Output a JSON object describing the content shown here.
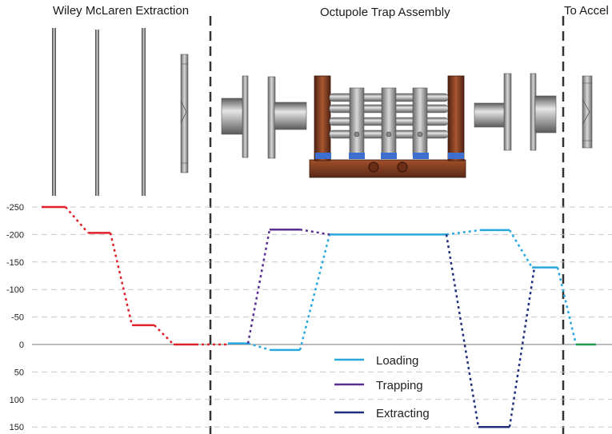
{
  "sections": {
    "left": "Wiley McLaren Extraction",
    "middle": "Octupole Trap Assembly",
    "right": "To Accel"
  },
  "colors": {
    "extraction": "#e0202a",
    "loading": "#29a8e0",
    "trapping": "#5a2d91",
    "extracting": "#1f2f7a",
    "accel": "#1e9a4a",
    "copper": "#7a3a22",
    "steel": "#9a9a9a"
  },
  "chart_data": {
    "type": "line",
    "y_ticks": [
      "-250",
      "-200",
      "-150",
      "-100",
      "-50",
      "0",
      "50",
      "100",
      "150"
    ],
    "ylim": [
      -260,
      155
    ],
    "y_inverted": true,
    "grid": "horizontal dashed",
    "legend": {
      "position": "bottom-center",
      "entries": [
        "Loading",
        "Trapping",
        "Extracting"
      ]
    },
    "series": [
      {
        "name": "",
        "color_key": "extraction",
        "segments": [
          {
            "kind": "solid",
            "points": [
              [
                52,
                -250
              ],
              [
                82,
                -250
              ]
            ]
          },
          {
            "kind": "dotted",
            "points": [
              [
                82,
                -250
              ],
              [
                110,
                -203
              ]
            ]
          },
          {
            "kind": "solid",
            "points": [
              [
                110,
                -203
              ],
              [
                138,
                -203
              ]
            ]
          },
          {
            "kind": "dotted",
            "points": [
              [
                138,
                -203
              ],
              [
                165,
                -35
              ]
            ]
          },
          {
            "kind": "solid",
            "points": [
              [
                165,
                -35
              ],
              [
                193,
                -35
              ]
            ]
          },
          {
            "kind": "dotted",
            "points": [
              [
                193,
                -35
              ],
              [
                217,
                0
              ]
            ]
          },
          {
            "kind": "solid",
            "points": [
              [
                217,
                0
              ],
              [
                245,
                0
              ]
            ]
          },
          {
            "kind": "dotted",
            "points": [
              [
                245,
                0
              ],
              [
                285,
                0
              ]
            ]
          }
        ]
      },
      {
        "name": "Loading",
        "color_key": "loading",
        "segments": [
          {
            "kind": "solid",
            "points": [
              [
                285,
                -2
              ],
              [
                310,
                -2
              ]
            ]
          },
          {
            "kind": "dotted",
            "points": [
              [
                310,
                -2
              ],
              [
                338,
                10
              ]
            ]
          },
          {
            "kind": "solid",
            "points": [
              [
                338,
                10
              ],
              [
                375,
                10
              ]
            ]
          },
          {
            "kind": "dotted",
            "points": [
              [
                375,
                10
              ],
              [
                412,
                -200
              ]
            ]
          },
          {
            "kind": "solid",
            "points": [
              [
                412,
                -200
              ],
              [
                558,
                -200
              ]
            ]
          },
          {
            "kind": "dotted",
            "points": [
              [
                558,
                -200
              ],
              [
                600,
                -208
              ]
            ]
          },
          {
            "kind": "solid",
            "points": [
              [
                600,
                -208
              ],
              [
                637,
                -208
              ]
            ]
          },
          {
            "kind": "dotted",
            "points": [
              [
                637,
                -208
              ],
              [
                665,
                -140
              ]
            ]
          },
          {
            "kind": "solid",
            "points": [
              [
                665,
                -140
              ],
              [
                697,
                -140
              ]
            ]
          },
          {
            "kind": "dotted",
            "points": [
              [
                697,
                -140
              ],
              [
                720,
                0
              ]
            ]
          }
        ]
      },
      {
        "name": "Trapping",
        "color_key": "trapping",
        "segments": [
          {
            "kind": "dotted",
            "points": [
              [
                310,
                -2
              ],
              [
                337,
                -209
              ]
            ]
          },
          {
            "kind": "solid",
            "points": [
              [
                337,
                -209
              ],
              [
                375,
                -209
              ]
            ]
          },
          {
            "kind": "dotted",
            "points": [
              [
                375,
                -209
              ],
              [
                412,
                -200
              ]
            ]
          }
        ]
      },
      {
        "name": "Extracting",
        "color_key": "extracting",
        "segments": [
          {
            "kind": "dotted",
            "points": [
              [
                558,
                -200
              ],
              [
                598,
                150
              ]
            ]
          },
          {
            "kind": "solid",
            "points": [
              [
                598,
                150
              ],
              [
                637,
                150
              ]
            ]
          },
          {
            "kind": "dotted",
            "points": [
              [
                637,
                150
              ],
              [
                668,
                -140
              ]
            ]
          }
        ]
      },
      {
        "name": "",
        "color_key": "accel",
        "segments": [
          {
            "kind": "solid",
            "points": [
              [
                720,
                0
              ],
              [
                745,
                0
              ]
            ]
          }
        ]
      }
    ]
  }
}
